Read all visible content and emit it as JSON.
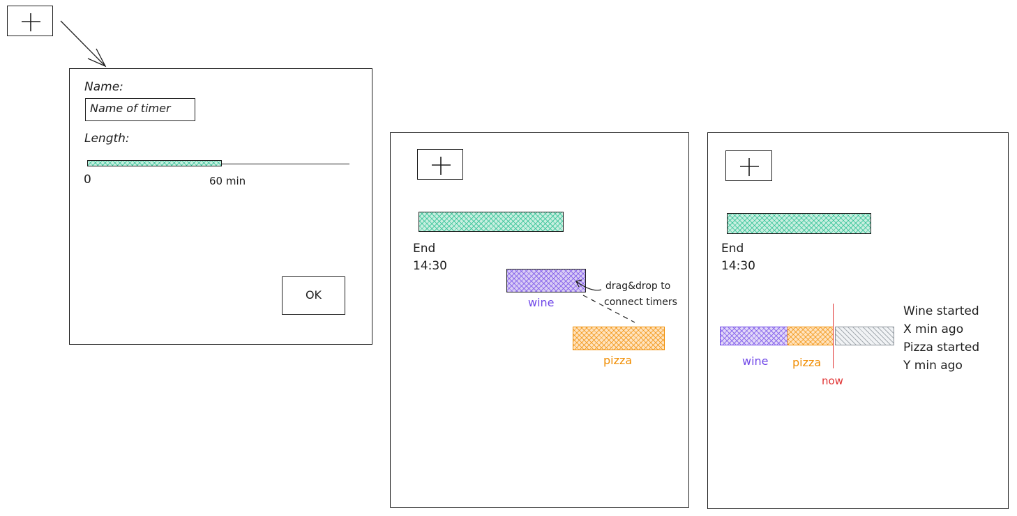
{
  "colors": {
    "ink": "#1e1e1e",
    "green": "#12b886",
    "purple": "#7048e8",
    "orange": "#f08c00",
    "red": "#e03131",
    "gray": "#868e96"
  },
  "icons": {
    "add": "plus-icon"
  },
  "dialog": {
    "name_label": "Name:",
    "name_placeholder": "Name of timer",
    "length_label": "Length:",
    "slider_min_label": "0",
    "slider_value_label": "60 min",
    "ok_label": "OK"
  },
  "screen2": {
    "end_label": "End",
    "end_time": "14:30",
    "wine_label": "wine",
    "pizza_label": "pizza",
    "annotation_line1": "drag&drop to",
    "annotation_line2": "connect timers"
  },
  "screen3": {
    "end_label": "End",
    "end_time": "14:30",
    "wine_label": "wine",
    "pizza_label": "pizza",
    "now_label": "now",
    "status_lines": [
      "Wine started",
      "X min ago",
      "Pizza started",
      "Y min ago"
    ]
  }
}
